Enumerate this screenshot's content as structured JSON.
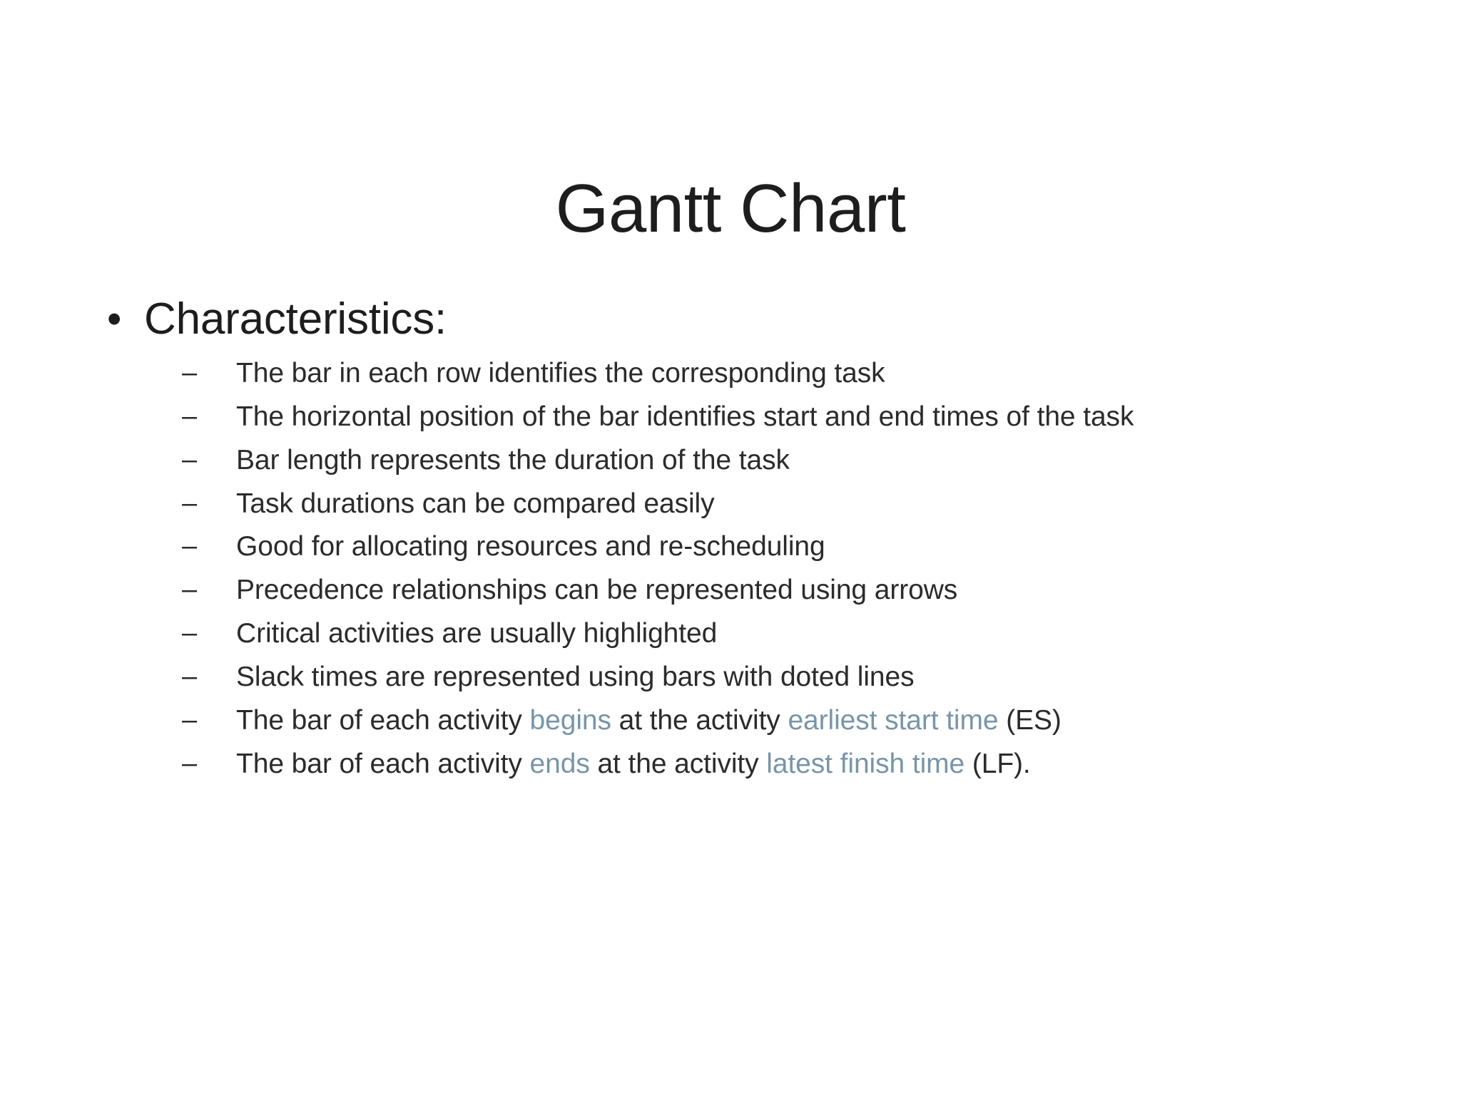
{
  "slide": {
    "title": "Gantt Chart",
    "background_color": "#ffffff",
    "text_color": "#2b2b2b",
    "accent_color": "#7895a8"
  },
  "body": {
    "level1": {
      "bullet_glyph": "•",
      "label": "Characteristics:"
    },
    "sub_bullet_glyph": "–",
    "items": [
      {
        "id": "bar-identifies-task",
        "segments": [
          {
            "text": "The bar in each row identifies the corresponding task",
            "style": "normal"
          }
        ]
      },
      {
        "id": "horizontal-position",
        "segments": [
          {
            "text": "The horizontal position of the bar identifies start and end times of the task",
            "style": "normal"
          }
        ]
      },
      {
        "id": "bar-length-duration",
        "segments": [
          {
            "text": "Bar length represents the duration of the task",
            "style": "normal"
          }
        ]
      },
      {
        "id": "durations-compared",
        "segments": [
          {
            "text": "Task durations can be compared easily",
            "style": "normal"
          }
        ]
      },
      {
        "id": "allocating-resources",
        "segments": [
          {
            "text": "Good for allocating resources and re-scheduling",
            "style": "normal"
          }
        ]
      },
      {
        "id": "precedence-arrows",
        "segments": [
          {
            "text": "Precedence relationships can be represented using arrows",
            "style": "normal"
          }
        ]
      },
      {
        "id": "critical-activities",
        "segments": [
          {
            "text": "Critical activities are usually highlighted",
            "style": "normal"
          }
        ]
      },
      {
        "id": "slack-times",
        "segments": [
          {
            "text": "Slack times are represented using bars with doted lines",
            "style": "normal"
          }
        ]
      },
      {
        "id": "bar-begins-es",
        "segments": [
          {
            "text": "The bar of each activity ",
            "style": "normal"
          },
          {
            "text": "begins",
            "style": "highlight"
          },
          {
            "text": " at the activity ",
            "style": "normal"
          },
          {
            "text": "earliest start time",
            "style": "highlight"
          },
          {
            "text": " (ES)",
            "style": "normal"
          }
        ]
      },
      {
        "id": "bar-ends-lf",
        "segments": [
          {
            "text": "The bar of each activity ",
            "style": "normal"
          },
          {
            "text": "ends",
            "style": "highlight"
          },
          {
            "text": " at the activity ",
            "style": "normal"
          },
          {
            "text": "latest finish time",
            "style": "highlight"
          },
          {
            "text": " (LF).",
            "style": "normal"
          }
        ]
      }
    ]
  }
}
